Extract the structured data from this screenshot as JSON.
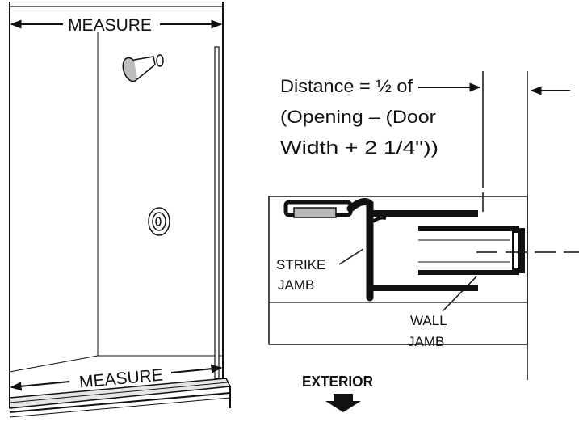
{
  "diagram": {
    "shower": {
      "measure_top": "MEASURE",
      "measure_bottom": "MEASURE"
    },
    "formula": {
      "line1": "Distance  =  ½  of",
      "line2": "(Opening – (Door",
      "line3": "Width  +  2 1/4\"))"
    },
    "section": {
      "strike_jamb": [
        "STRIKE",
        "JAMB"
      ],
      "wall_jamb": [
        "WALL",
        "JAMB"
      ],
      "exterior": "EXTERIOR"
    },
    "colors": {
      "ink": "#111111",
      "tile": "#dedede",
      "insert": "#b9b9b9"
    }
  }
}
